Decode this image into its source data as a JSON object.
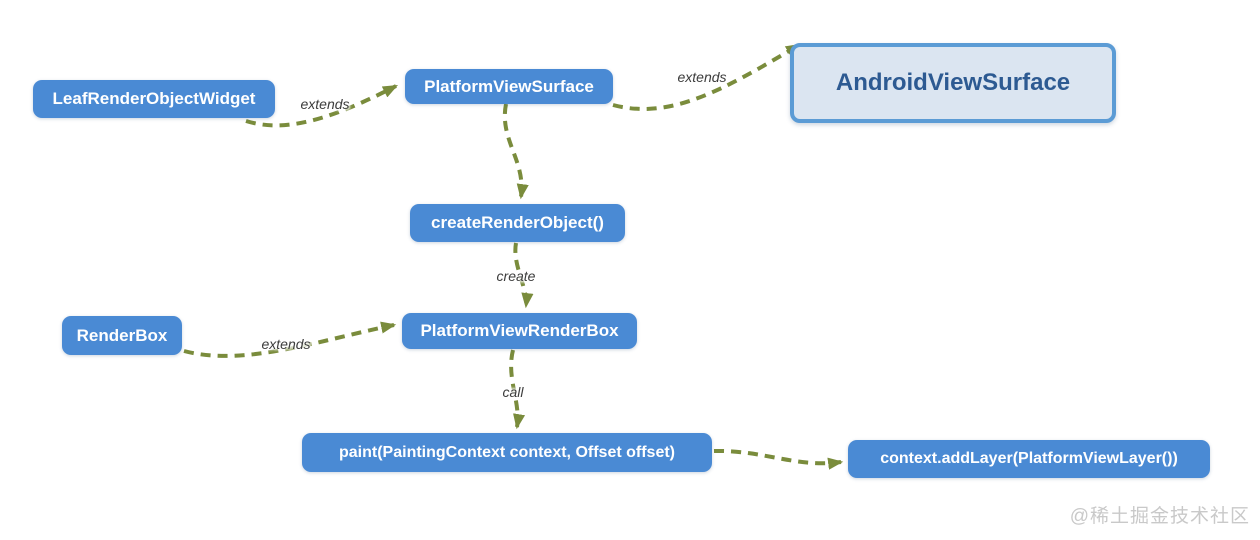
{
  "diagram": {
    "title_hint": "Flutter PlatformView rendering flow",
    "nodes": [
      {
        "id": "leaf-render-object-widget",
        "label": "LeafRenderObjectWidget",
        "style": "solid"
      },
      {
        "id": "platform-view-surface",
        "label": "PlatformViewSurface",
        "style": "solid"
      },
      {
        "id": "android-view-surface",
        "label": "AndroidViewSurface",
        "style": "outlined"
      },
      {
        "id": "create-render-object",
        "label": "createRenderObject()",
        "style": "solid"
      },
      {
        "id": "render-box",
        "label": "RenderBox",
        "style": "solid"
      },
      {
        "id": "platform-view-render-box",
        "label": "PlatformViewRenderBox",
        "style": "solid"
      },
      {
        "id": "paint-method",
        "label": "paint(PaintingContext context, Offset offset)",
        "style": "solid"
      },
      {
        "id": "add-layer-call",
        "label": "context.addLayer(PlatformViewLayer())",
        "style": "solid"
      }
    ],
    "edges": [
      {
        "from": "leaf-render-object-widget",
        "to": "platform-view-surface",
        "label": "extends"
      },
      {
        "from": "platform-view-surface",
        "to": "android-view-surface",
        "label": "extends"
      },
      {
        "from": "platform-view-surface",
        "to": "create-render-object",
        "label": ""
      },
      {
        "from": "create-render-object",
        "to": "platform-view-render-box",
        "label": "create"
      },
      {
        "from": "render-box",
        "to": "platform-view-render-box",
        "label": "extends"
      },
      {
        "from": "platform-view-render-box",
        "to": "paint-method",
        "label": "call"
      },
      {
        "from": "paint-method",
        "to": "add-layer-call",
        "label": ""
      }
    ],
    "colors": {
      "node_fill": "#4a8ad4",
      "node_text": "#ffffff",
      "outlined_fill": "#dbe5f1",
      "outlined_border": "#5b9bd5",
      "outlined_text": "#2d5a92",
      "edge": "#7a8c3c",
      "edge_label": "#3c3c3c",
      "watermark": "#c9c9c9"
    }
  },
  "watermark": {
    "text": "@稀土掘金技术社区"
  }
}
